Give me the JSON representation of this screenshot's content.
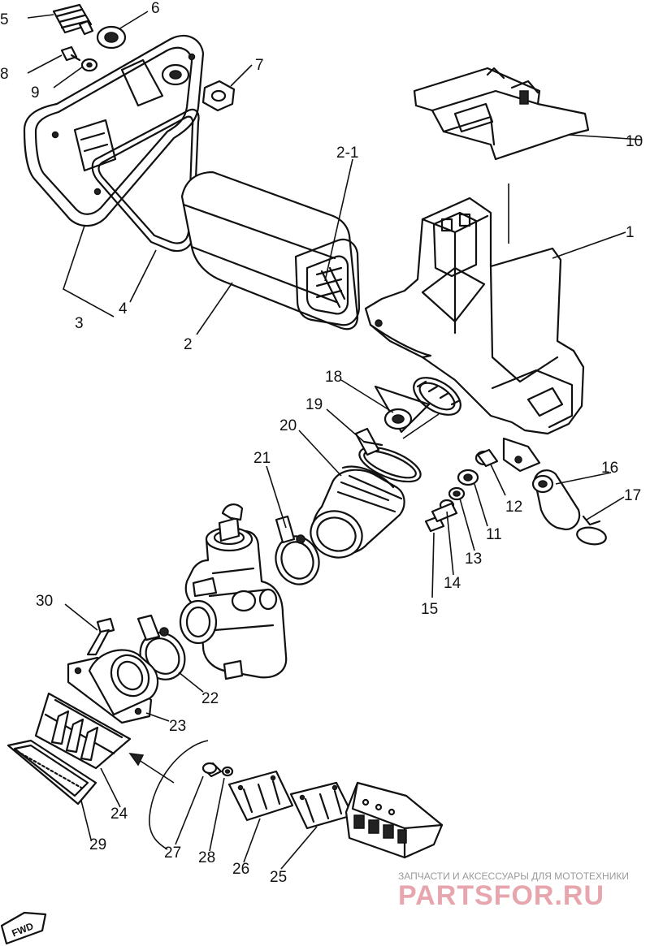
{
  "callouts": [
    {
      "id": "5",
      "text": "5"
    },
    {
      "id": "6",
      "text": "6"
    },
    {
      "id": "8",
      "text": "8"
    },
    {
      "id": "9",
      "text": "9"
    },
    {
      "id": "7",
      "text": "7"
    },
    {
      "id": "10",
      "text": "10"
    },
    {
      "id": "2-1",
      "text": "2-1"
    },
    {
      "id": "1",
      "text": "1"
    },
    {
      "id": "4",
      "text": "4"
    },
    {
      "id": "3",
      "text": "3"
    },
    {
      "id": "2",
      "text": "2"
    },
    {
      "id": "18",
      "text": "18"
    },
    {
      "id": "19",
      "text": "19"
    },
    {
      "id": "20",
      "text": "20"
    },
    {
      "id": "21",
      "text": "21"
    },
    {
      "id": "16",
      "text": "16"
    },
    {
      "id": "17",
      "text": "17"
    },
    {
      "id": "12",
      "text": "12"
    },
    {
      "id": "11",
      "text": "11"
    },
    {
      "id": "13",
      "text": "13"
    },
    {
      "id": "14",
      "text": "14"
    },
    {
      "id": "15",
      "text": "15"
    },
    {
      "id": "30",
      "text": "30"
    },
    {
      "id": "22",
      "text": "22"
    },
    {
      "id": "23",
      "text": "23"
    },
    {
      "id": "24",
      "text": "24"
    },
    {
      "id": "29",
      "text": "29"
    },
    {
      "id": "27",
      "text": "27"
    },
    {
      "id": "28",
      "text": "28"
    },
    {
      "id": "26",
      "text": "26"
    },
    {
      "id": "25",
      "text": "25"
    }
  ],
  "fwd_label": "FWD",
  "watermark": {
    "tagline": "ЗАПЧАСТИ И АКСЕССУАРЫ ДЛЯ МОТОТЕХНИКИ",
    "brand": "PARTSFOR.RU",
    "brand_color": "#e7a6ad"
  }
}
